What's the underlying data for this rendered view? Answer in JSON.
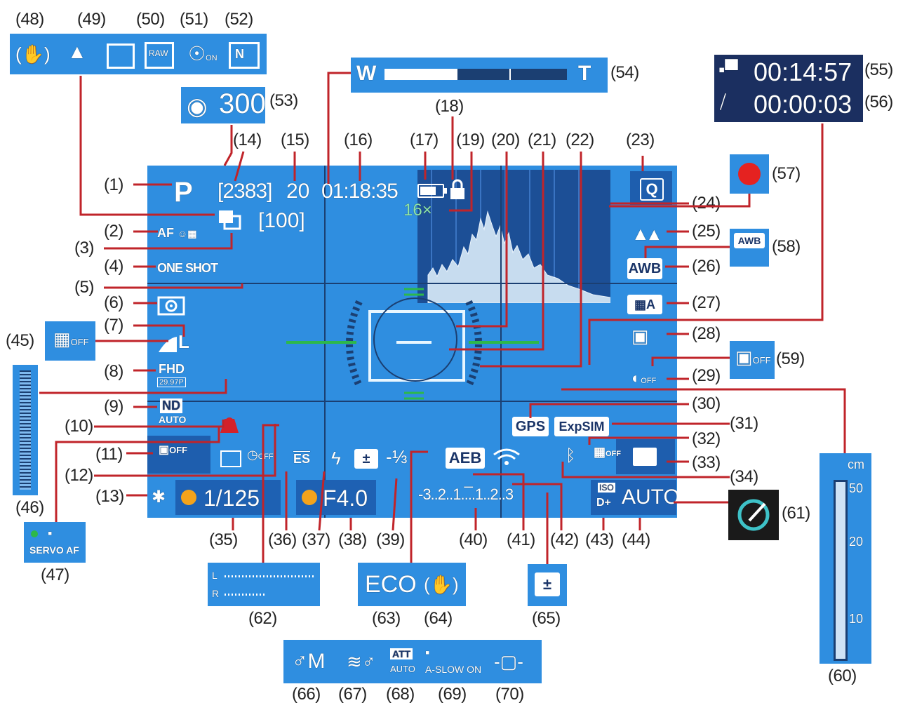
{
  "labels": {
    "n1": "(1)",
    "n2": "(2)",
    "n3": "(3)",
    "n4": "(4)",
    "n5": "(5)",
    "n6": "(6)",
    "n7": "(7)",
    "n8": "(8)",
    "n9": "(9)",
    "n10": "(10)",
    "n11": "(11)",
    "n12": "(12)",
    "n13": "(13)",
    "n14": "(14)",
    "n15": "(15)",
    "n16": "(16)",
    "n17": "(17)",
    "n18": "(18)",
    "n19": "(19)",
    "n20": "(20)",
    "n21": "(21)",
    "n22": "(22)",
    "n23": "(23)",
    "n24": "(24)",
    "n25": "(25)",
    "n26": "(26)",
    "n27": "(27)",
    "n28": "(28)",
    "n29": "(29)",
    "n30": "(30)",
    "n31": "(31)",
    "n32": "(32)",
    "n33": "(33)",
    "n34": "(34)",
    "n35": "(35)",
    "n36": "(36)",
    "n37": "(37)",
    "n38": "(38)",
    "n39": "(39)",
    "n40": "(40)",
    "n41": "(41)",
    "n42": "(42)",
    "n43": "(43)",
    "n44": "(44)",
    "n45": "(45)",
    "n46": "(46)",
    "n47": "(47)",
    "n48": "(48)",
    "n49": "(49)",
    "n50": "(50)",
    "n51": "(51)",
    "n52": "(52)",
    "n53": "(53)",
    "n54": "(54)",
    "n55": "(55)",
    "n56": "(56)",
    "n57": "(57)",
    "n58": "(58)",
    "n59": "(59)",
    "n60": "(60)",
    "n61": "(61)",
    "n62": "(62)",
    "n63": "(63)",
    "n64": "(64)",
    "n65": "(65)",
    "n66": "(66)",
    "n67": "(67)",
    "n68": "(68)",
    "n69": "(69)",
    "n70": "(70)"
  },
  "screen": {
    "mode": "P",
    "shots_remaining": "[2383]",
    "burst": "20",
    "time": "01:18:35",
    "zoom_factor": "16×",
    "folder": "[100]",
    "af_method": "AF",
    "af_operation": "ONE SHOT",
    "image_quality": "L",
    "movie_size": "FHD",
    "frame_rate": "29.97P",
    "nd": "ND",
    "nd_auto": "AUTO",
    "shutter": "1/125",
    "aperture": "F4.0",
    "exposure_comp": "-⅓",
    "exposure_scale": "-3..2..1..̅..1..2..3",
    "aeb": "AEB",
    "iso_label": "ISO",
    "iso_value": "AUTO",
    "d_plus": "D+",
    "quick": "Q",
    "awb": "AWB",
    "gps": "GPS",
    "expsim": "ExpSIM",
    "es": "ES",
    "flash_off": "OFF"
  },
  "outer": {
    "photo_count": "300",
    "zoom_w": "W",
    "zoom_t": "T",
    "movie_time": "00:14:57",
    "timelapse_time": "00:00:03",
    "servo_af": "SERVO AF",
    "eco": "ECO",
    "dist_unit": "cm",
    "dist_50": "50",
    "dist_20": "20",
    "dist_10": "10",
    "audio_l": "L",
    "audio_r": "R",
    "mic_m": "M",
    "att": "ATT",
    "att_auto": "AUTO",
    "aslow": "A-SLOW ON",
    "raw": "RAW",
    "n_tag": "N",
    "awb_small": "AWB",
    "off": "OFF",
    "on": "ON"
  },
  "colors": {
    "screen_blue": "#2f8ee0",
    "grid_dark": "#1b3f72",
    "panel_dark": "#1b3568",
    "leader_red": "#c0242a",
    "record_red": "#e52220",
    "af_frame": "#e8f6ff",
    "level_green": "#2db84a"
  },
  "icons": [
    "shake-icon",
    "scene-icon",
    "picture-style-icon",
    "raw-icon",
    "auto-lighting-icon",
    "nr-icon",
    "camera-icon",
    "record-icon",
    "movie-icon",
    "timelapse-icon",
    "touch-shutter-icon",
    "battery-icon",
    "lock-icon",
    "wifi-icon",
    "bluetooth-icon",
    "folder-icon",
    "creative-assist-icon",
    "metering-icon",
    "flash-icon",
    "exposure-comp-icon"
  ]
}
